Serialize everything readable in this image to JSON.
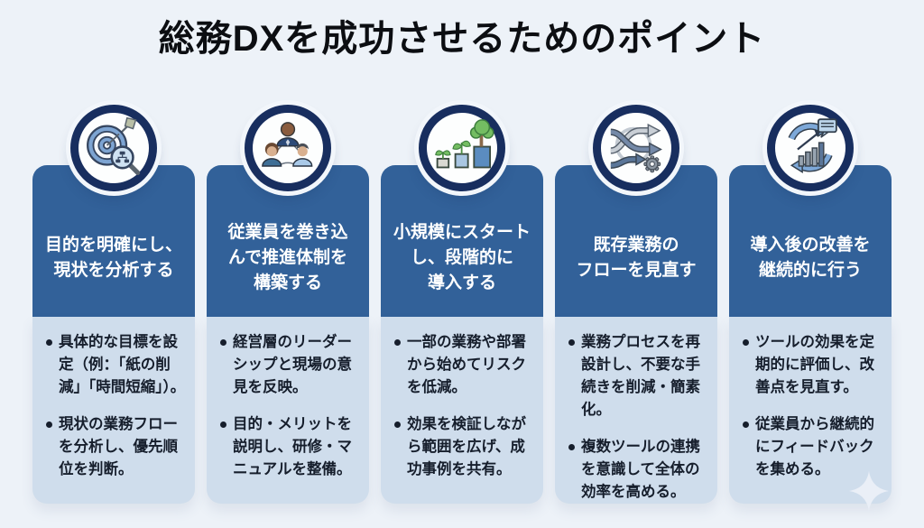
{
  "title": "総務DXを成功させるためのポイント",
  "colors": {
    "background": "#edf2f8",
    "header_blue": "#326199",
    "body_blue": "#cfddec",
    "ring_navy": "#182e5f",
    "heading_text": "#ffffff",
    "bullet_text": "#161e2c",
    "title_text": "#0c0e12"
  },
  "columns": [
    {
      "icon": "target-magnifier-icon",
      "heading": "目的を明確にし、\n現状を分析する",
      "bullets": [
        "具体的な目標を設定（例：「紙の削減」「時間短縮」）。",
        "現状の業務フローを分析し、優先順位を判断。"
      ]
    },
    {
      "icon": "team-structure-icon",
      "heading": "従業員を巻き込\nんで推進体制を\n構築する",
      "bullets": [
        "経営層のリーダーシップと現場の意見を反映。",
        "目的・メリットを説明し、研修・マニュアルを整備。"
      ]
    },
    {
      "icon": "growing-plants-icon",
      "heading": "小規模にスタート\nし、段階的に\n導入する",
      "bullets": [
        "一部の業務や部署から始めてリスクを低減。",
        "効果を検証しながら範囲を広げ、成功事例を共有。"
      ]
    },
    {
      "icon": "process-flow-gear-icon",
      "heading": "既存業務の\nフローを見直す",
      "bullets": [
        "業務プロセスを再設計し、不要な手続きを削減・簡素化。",
        "複数ツールの連携を意識して全体の効率を高める。"
      ]
    },
    {
      "icon": "improvement-cycle-icon",
      "heading": "導入後の改善を\n継続的に行う",
      "bullets": [
        "ツールの効果を定期的に評価し、改善点を見直す。",
        "従業員から継続的にフィードバックを集める。"
      ]
    }
  ]
}
